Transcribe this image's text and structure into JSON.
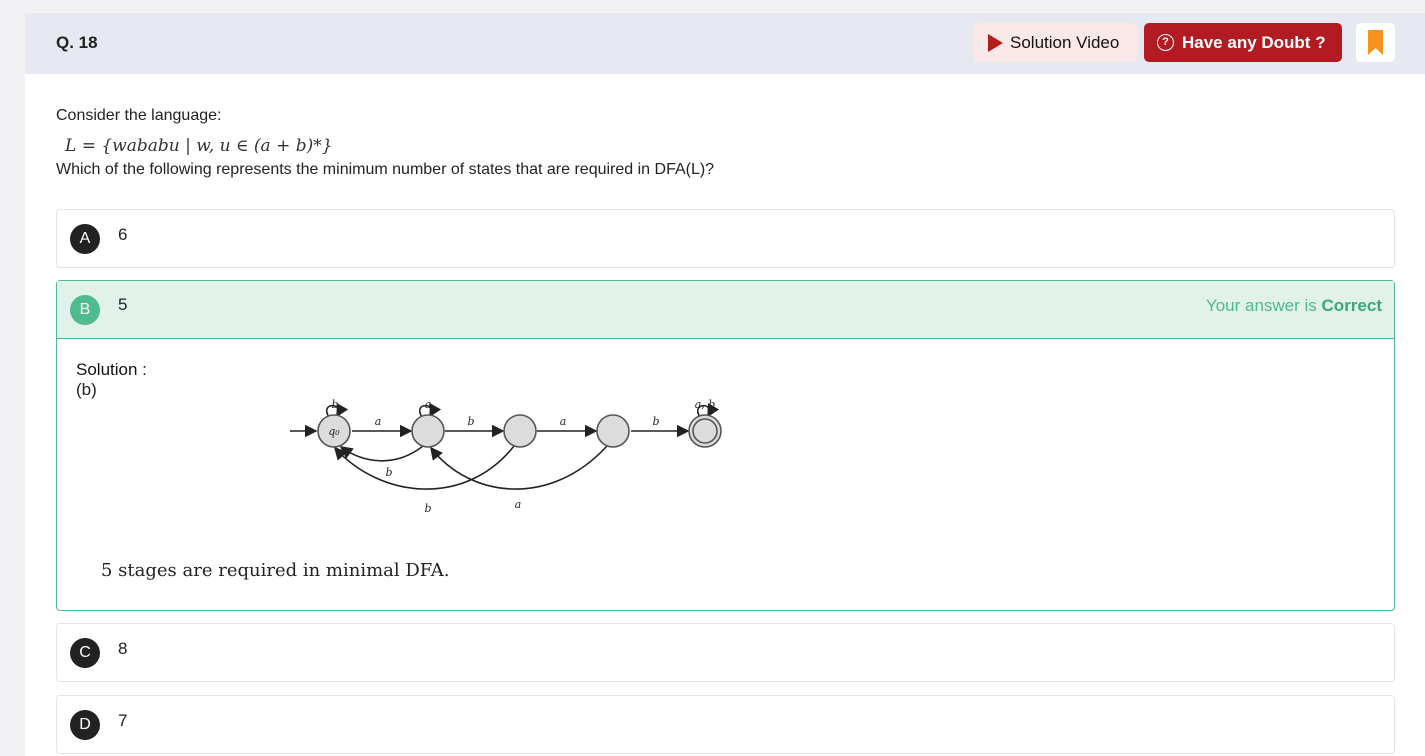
{
  "header": {
    "question_number": "Q. 18",
    "solution_video_label": "Solution Video",
    "doubt_label": "Have any Doubt ?",
    "icons": {
      "video": "play-icon",
      "doubt": "question-bubble-icon",
      "bookmark": "bookmark-icon"
    }
  },
  "question": {
    "intro": "Consider the language:",
    "formula": "L  =  {wababu | w, u ∈ (a + b)*}",
    "prompt": "Which of the following represents the minimum number of states that are required in DFA(L)?"
  },
  "options": [
    {
      "letter": "A",
      "value": "6"
    },
    {
      "letter": "B",
      "value": "5",
      "status_prefix": "Your answer is",
      "status_word": "Correct"
    },
    {
      "letter": "C",
      "value": "8"
    },
    {
      "letter": "D",
      "value": "7"
    }
  ],
  "solution": {
    "title": "Solution :",
    "answer": "(b)",
    "note": "5 stages are required in minimal DFA.",
    "diagram": {
      "start_state": "q₀",
      "labels": {
        "loop_q0": "b",
        "loop_q1": "a",
        "loop_q4": "a, b",
        "q0_q1": "a",
        "q1_q2": "b",
        "q2_q3": "a",
        "q3_q4": "b",
        "q1_q0": "b",
        "q2_q0": "b",
        "q3_q1": "a"
      }
    }
  },
  "colors": {
    "header_bg": "#e6e9f1",
    "video_btn_bg": "#fbe8e8",
    "doubt_btn_bg": "#b31b22",
    "bookmark": "#f7921e",
    "correct_green": "#4fb98f",
    "correct_bg": "#e0f2ea"
  }
}
